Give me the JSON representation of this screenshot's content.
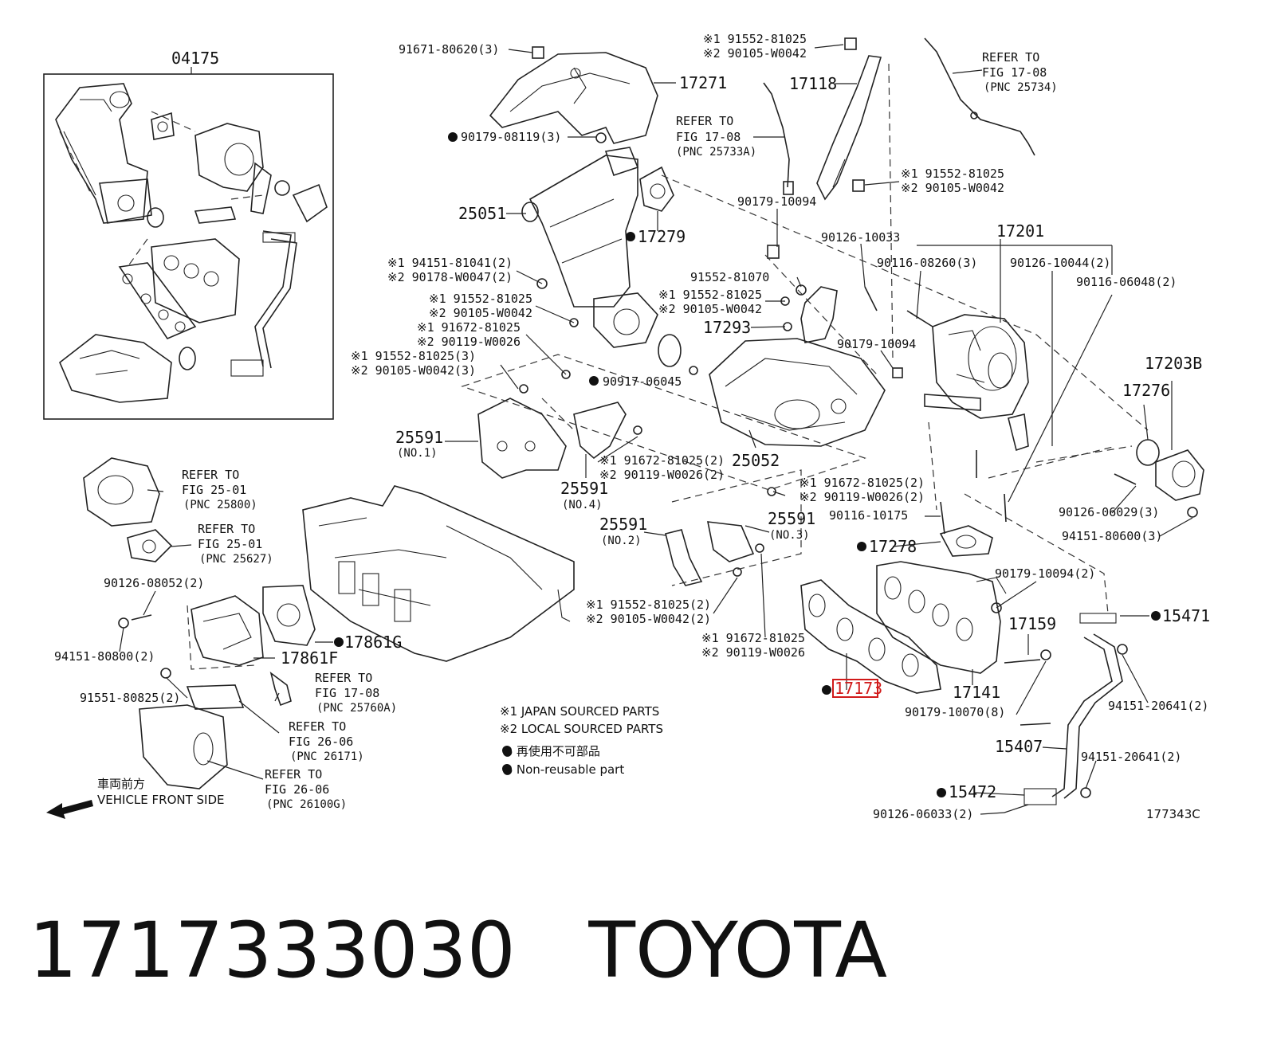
{
  "figure_id": "177343C",
  "caption": "1717333030   TOYOTA",
  "inset": {
    "title": "04175"
  },
  "labels": {
    "l_91671": "91671-80620(3)",
    "l_17271": "17271",
    "l_90179_08119": "90179-08119(3)",
    "l_25051": "25051",
    "l_17279": "17279",
    "l_refer_25733a_1": "REFER TO",
    "l_refer_25733a_2": "FIG 17-08",
    "l_refer_25733a_3": "(PNC 25733A)",
    "l_top_bolt_1": "※1 91552-81025",
    "l_top_bolt_2": "※2 90105-W0042",
    "l_17118": "17118",
    "l_mid_bolt_1": "※1 91552-81025",
    "l_mid_bolt_2": "※2 90105-W0042",
    "l_90179_10094_a": "90179-10094",
    "l_refer_25734_1": "REFER TO",
    "l_refer_25734_2": "FIG 17-08",
    "l_refer_25734_3": "(PNC 25734)",
    "l_94151_1": "※1 94151-81041(2)",
    "l_94151_2": "※2 90178-W0047(2)",
    "l_nut2_1": "※1 91552-81025",
    "l_nut2_2": "※2 90105-W0042",
    "l_stud_1": "※1 91672-81025",
    "l_stud_2": "※2 90119-W0026",
    "l_90917": "90917-06045",
    "l_brk_1": "※1 91552-81025(3)",
    "l_brk_2": "※2 90105-W0042(3)",
    "l_91552_81070": "91552-81070",
    "l_nut3_1": "※1 91552-81025",
    "l_nut3_2": "※2 90105-W0042",
    "l_17293": "17293",
    "l_90126_10033": "90126-10033",
    "l_17201": "17201",
    "l_90116_08260": "90116-08260(3)",
    "l_90126_10044": "90126-10044(2)",
    "l_90116_06048": "90116-06048(2)",
    "l_90179_10094_b": "90179-10094",
    "l_25591_no1": "25591",
    "l_no1": "(NO.1)",
    "l_25052": "25052",
    "l_st2_1": "※1 91672-81025(2)",
    "l_st2_2": "※2 90119-W0026(2)",
    "l_25591_no4": "25591",
    "l_no4": "(NO.4)",
    "l_17203b": "17203B",
    "l_17276": "17276",
    "l_refer_25800_1": "REFER TO",
    "l_refer_25800_2": "FIG 25-01",
    "l_refer_25800_3": "(PNC 25800)",
    "l_refer_25627_1": "REFER TO",
    "l_refer_25627_2": "FIG 25-01",
    "l_refer_25627_3": "(PNC 25627)",
    "l_st3_1": "※1 91672-81025(2)",
    "l_st3_2": "※2 90119-W0026(2)",
    "l_25591_no2": "25591",
    "l_no2": "(NO.2)",
    "l_25591_no3": "25591",
    "l_no3": "(NO.3)",
    "l_90116_10175": "90116-10175",
    "l_90126_06029": "90126-06029(3)",
    "l_94151_80600": "94151-80600(3)",
    "l_17278": "17278",
    "l_90126_08052": "90126-08052(2)",
    "l_90179_10094_c": "90179-10094(2)",
    "l_n4_1": "※1 91552-81025(2)",
    "l_n4_2": "※2 90105-W0042(2)",
    "l_17159": "17159",
    "l_15471": "15471",
    "l_17861g": "17861G",
    "l_94151_80800": "94151-80800(2)",
    "l_17861f": "17861F",
    "l_st4_1": "※1 91672-81025",
    "l_st4_2": "※2 90119-W0026",
    "l_17173": "17173",
    "l_17141": "17141",
    "l_refer_25760a_1": "REFER TO",
    "l_refer_25760a_2": "FIG 17-08",
    "l_refer_25760a_3": "(PNC 25760A)",
    "l_91551": "91551-80825(2)",
    "l_94151_20641_a": "94151-20641(2)",
    "l_90179_10070": "90179-10070(8)",
    "l_refer_26171_1": "REFER TO",
    "l_refer_26171_2": "FIG 26-06",
    "l_refer_26171_3": "(PNC 26171)",
    "l_15407": "15407",
    "l_94151_20641_b": "94151-20641(2)",
    "l_refer_26100g_1": "REFER TO",
    "l_refer_26100g_2": "FIG 26-06",
    "l_refer_26100g_3": "(PNC 26100G)",
    "l_15472": "15472",
    "l_90126_06033": "90126-06033(2)",
    "l_front_jp": "車両前方",
    "l_front_en": "VEHICLE FRONT SIDE"
  },
  "legend": {
    "japan": "※1 JAPAN SOURCED PARTS",
    "local": "※2 LOCAL SOURCED PARTS",
    "nonreuse_jp": "● 再使用不可部品",
    "nonreuse_en": "● Non-reusable part"
  },
  "highlight": {
    "part": "17173",
    "color": "#d11a1a"
  }
}
